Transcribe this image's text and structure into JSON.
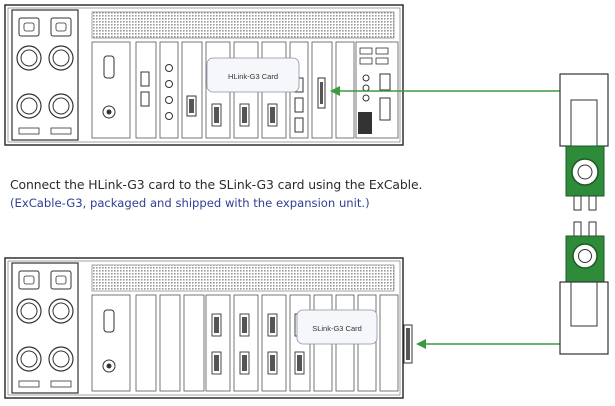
{
  "callouts": {
    "top": "HLink-G3 Card",
    "bottom": "SLink-G3 Card"
  },
  "captions": {
    "line1": "Connect the HLink-G3 card to the SLink-G3 card using the ExCable.",
    "line2": "(ExCable-G3, packaged and shipped with the expansion unit.)"
  },
  "colors": {
    "cable_green": "#2e8b3a",
    "cable_highlight": "#7cc47f",
    "arrow_green": "#3a9a3f",
    "note_blue": "#2f3f92"
  }
}
